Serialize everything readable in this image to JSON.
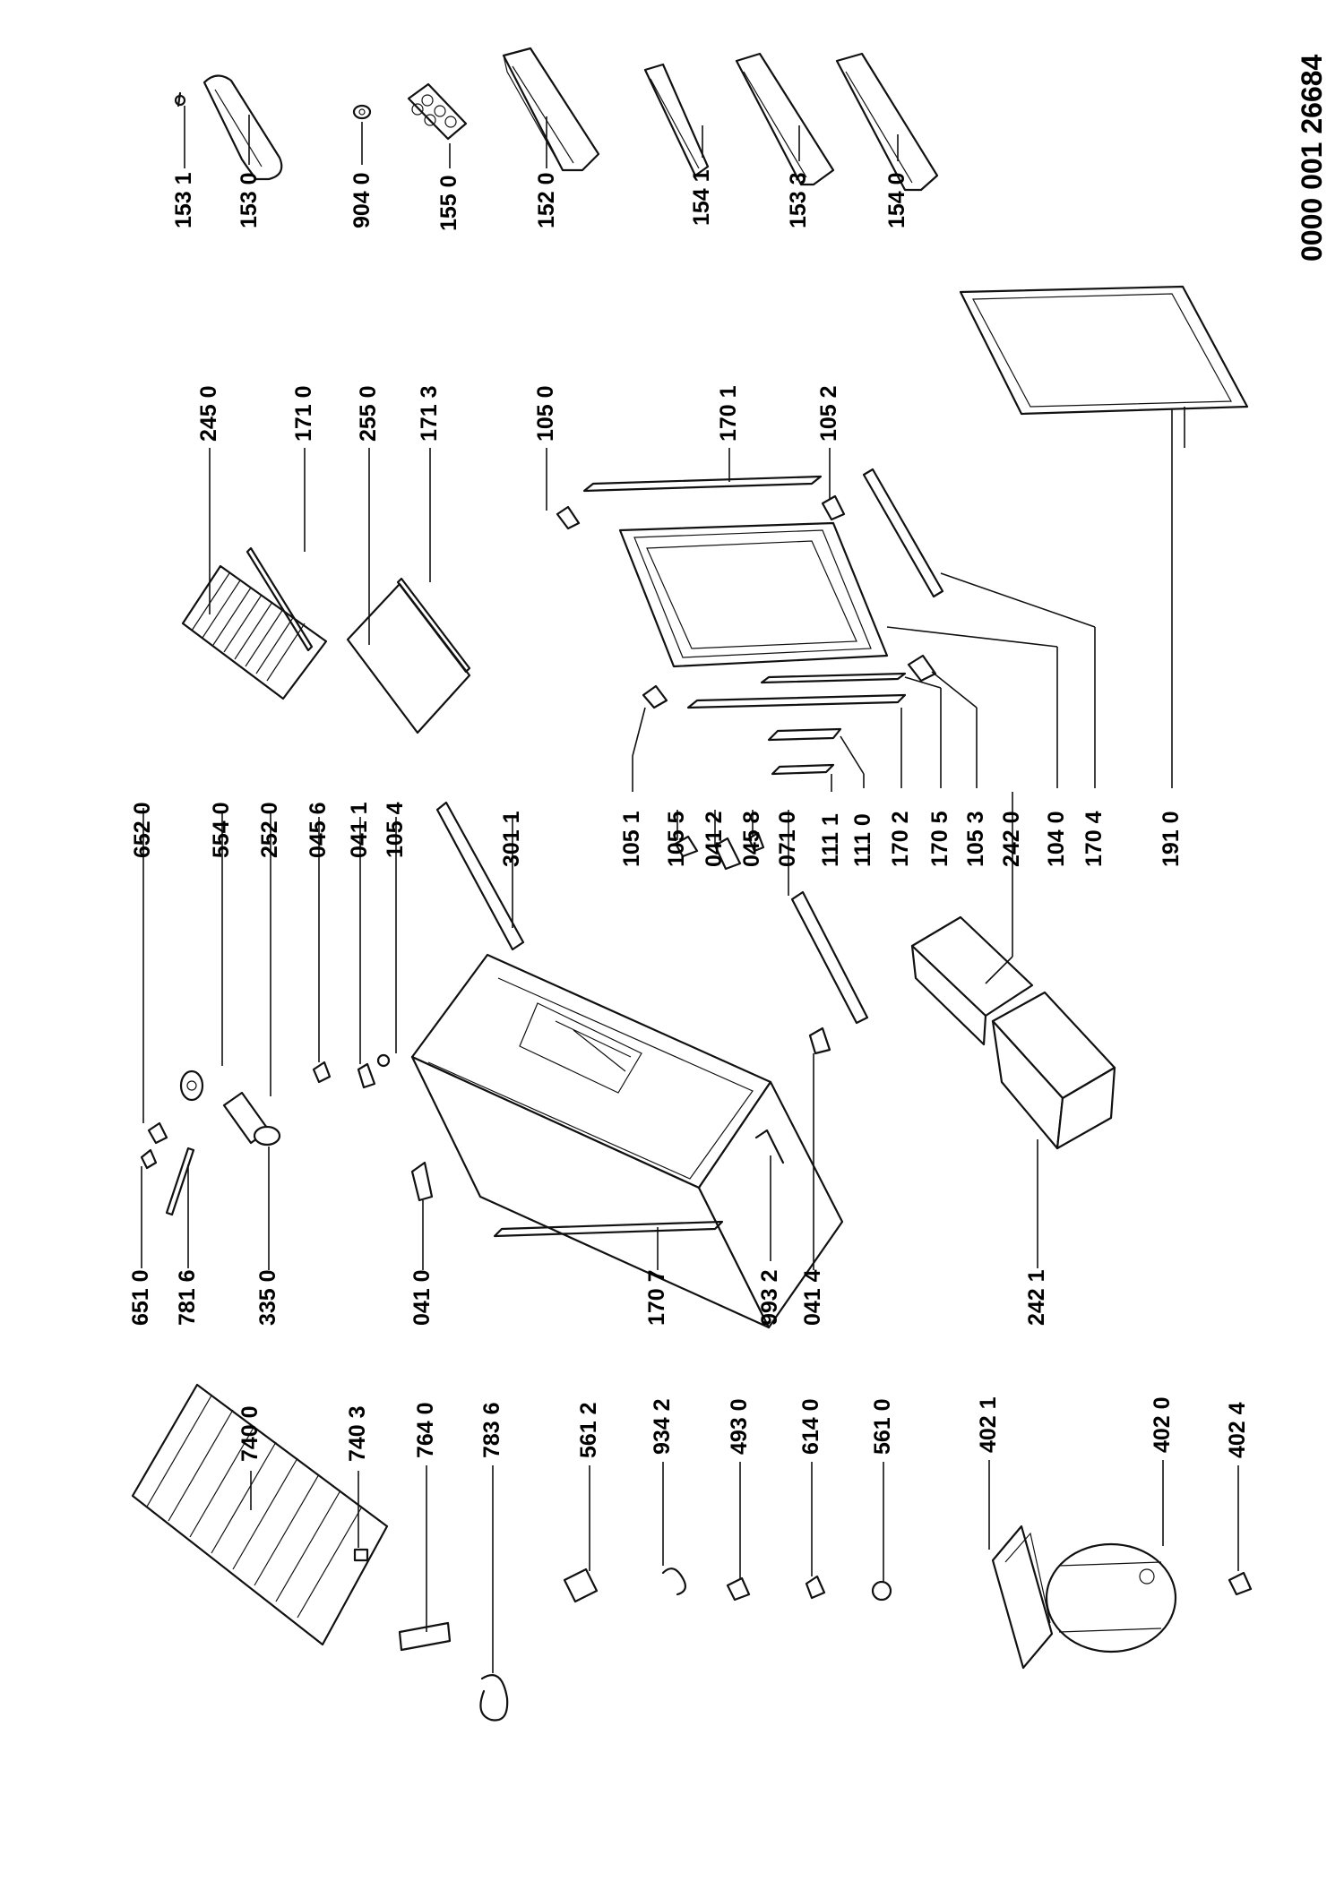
{
  "document_id": "0000 001 26684",
  "labels": {
    "l153_1": "153 1",
    "l153_0": "153 0",
    "l904_0": "904 0",
    "l155_0": "155 0",
    "l152_0": "152 0",
    "l154_1": "154 1",
    "l153_3": "153 3",
    "l154_0": "154 0",
    "l245_0": "245 0",
    "l171_0": "171 0",
    "l255_0": "255 0",
    "l171_3": "171 3",
    "l105_0": "105 0",
    "l170_1": "170 1",
    "l105_2": "105 2",
    "l191_0": "191 0",
    "l652_0": "652 0",
    "l554_0": "554 0",
    "l252_0": "252 0",
    "l045_6": "045 6",
    "l041_1": "041 1",
    "l105_4": "105 4",
    "l301_1": "301 1",
    "l105_1": "105 1",
    "l105_5": "105 5",
    "l041_2": "041 2",
    "l045_8": "045 8",
    "l071_0": "071 0",
    "l111_1": "111 1",
    "l111_0": "111 0",
    "l170_2": "170 2",
    "l170_5": "170 5",
    "l105_3": "105 3",
    "l242_0": "242 0",
    "l104_0": "104 0",
    "l170_4": "170 4",
    "l651_0": "651 0",
    "l781_6": "781 6",
    "l335_0": "335 0",
    "l041_0": "041 0",
    "l170_7": "170 7",
    "l993_2": "993 2",
    "l041_4": "041 4",
    "l242_1": "242 1",
    "l740_0": "740 0",
    "l740_3": "740 3",
    "l764_0": "764 0",
    "l783_6": "783 6",
    "l561_2": "561 2",
    "l934_2": "934 2",
    "l493_0": "493 0",
    "l614_0": "614 0",
    "l561_0": "561 0",
    "l402_1": "402 1",
    "l402_0": "402 0",
    "l402_4": "402 4"
  }
}
